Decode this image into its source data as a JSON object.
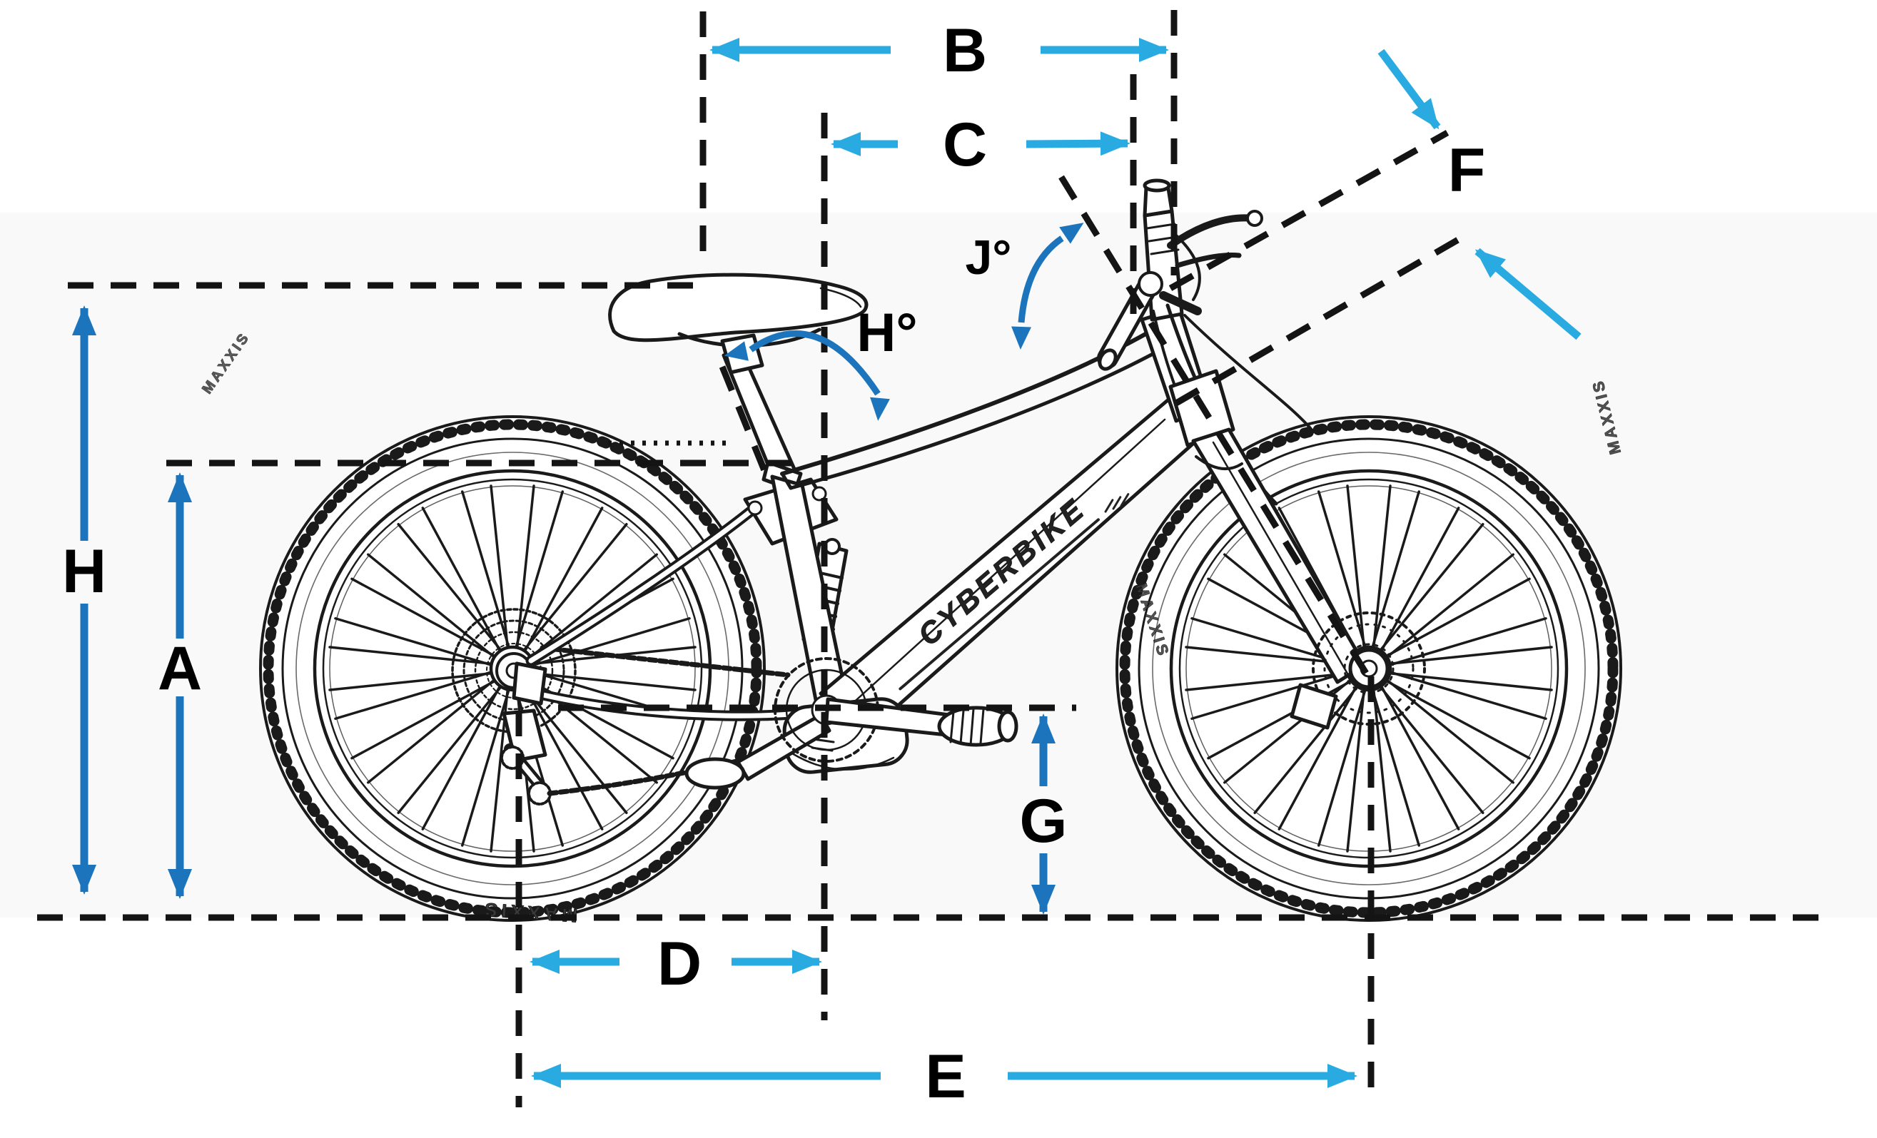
{
  "diagram": {
    "type": "bicycle-geometry-diagram",
    "bike_brand": "CYBERBIKE",
    "tire_brand": "MAXXIS",
    "labels": {
      "A": "A",
      "B": "B",
      "C": "C",
      "D": "D",
      "E": "E",
      "F": "F",
      "G": "G",
      "H": "H",
      "seat_angle": "H°",
      "head_angle": "J°"
    },
    "colors": {
      "measure_cyan": "#29ABE2",
      "measure_blue": "#1C75BC",
      "ink": "#1A1A1A",
      "background": "#FFFFFF"
    }
  }
}
